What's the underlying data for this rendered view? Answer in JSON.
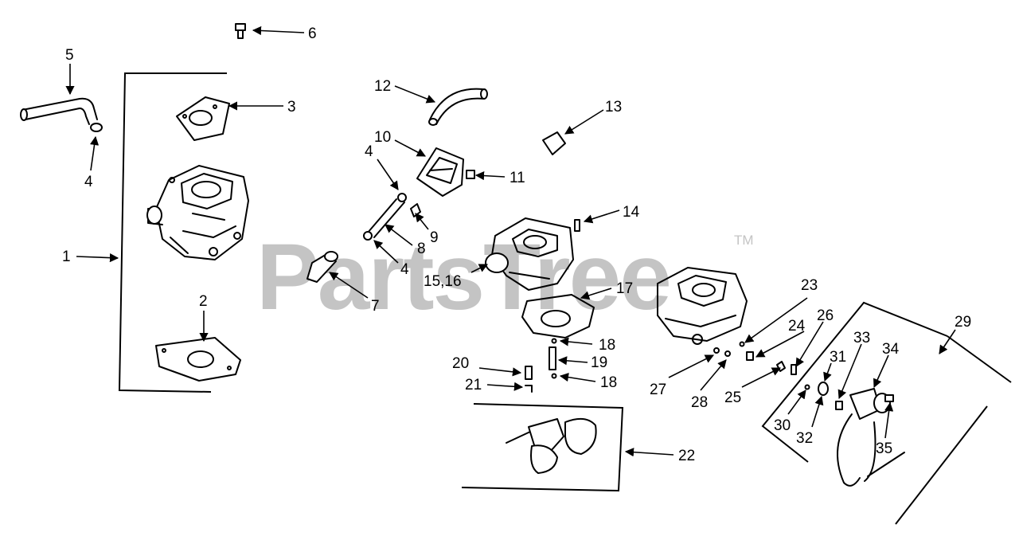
{
  "watermark": {
    "text": "PartsTree",
    "trademark": "TM"
  },
  "callouts": {
    "c1": "1",
    "c2": "2",
    "c3": "3",
    "c4a": "4",
    "c4b": "4",
    "c4c": "4",
    "c5": "5",
    "c6": "6",
    "c7": "7",
    "c8": "8",
    "c9": "9",
    "c10": "10",
    "c11": "11",
    "c12": "12",
    "c13": "13",
    "c14": "14",
    "c15_16": "15,16",
    "c17": "17",
    "c18a": "18",
    "c18b": "18",
    "c19": "19",
    "c20": "20",
    "c21": "21",
    "c22": "22",
    "c23": "23",
    "c24": "24",
    "c25": "25",
    "c26": "26",
    "c27": "27",
    "c28": "28",
    "c29": "29",
    "c30": "30",
    "c31": "31",
    "c32": "32",
    "c33": "33",
    "c34": "34",
    "c35": "35"
  }
}
